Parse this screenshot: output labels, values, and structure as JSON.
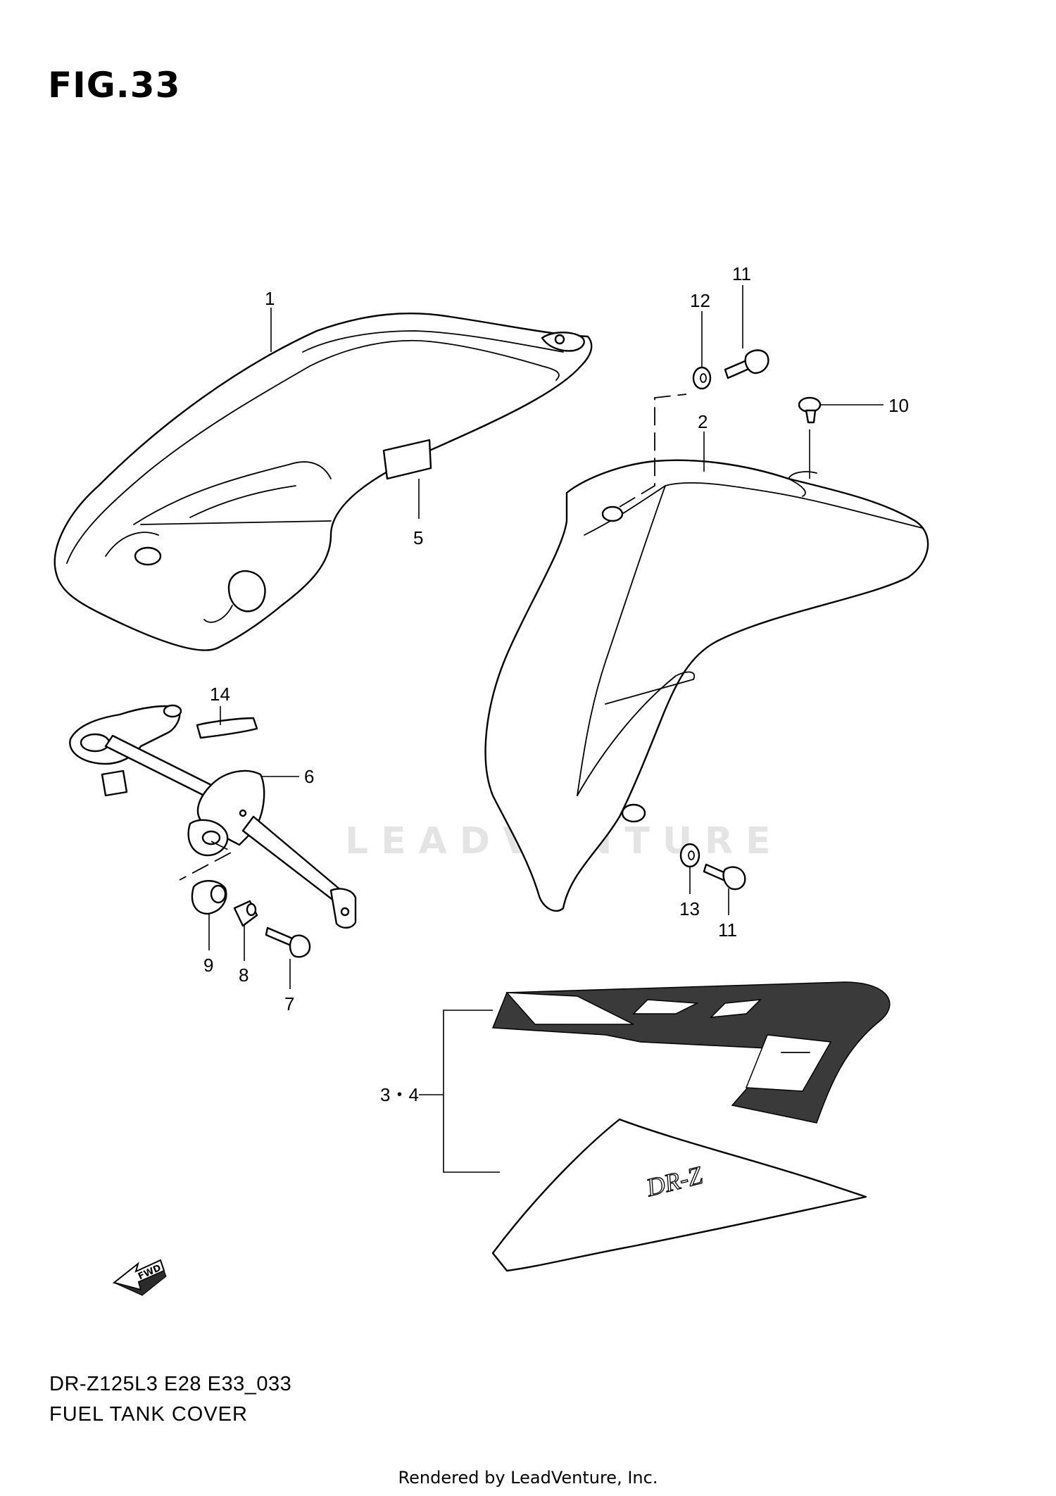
{
  "figure": {
    "title": "FIG.33",
    "model_code": "DR-Z125L3 E28 E33_033",
    "name": "FUEL TANK COVER"
  },
  "callouts": {
    "c1": "1",
    "c2": "2",
    "c3_4": "3・4",
    "c5": "5",
    "c6": "6",
    "c7": "7",
    "c8": "8",
    "c9": "9",
    "c10": "10",
    "c11_top": "11",
    "c11_bottom": "11",
    "c12": "12",
    "c13": "13",
    "c14": "14"
  },
  "direction_marker": "FWD",
  "decal_logo": "DR-Z",
  "watermark": "LEADVENTURE",
  "credit": "Rendered by LeadVenture, Inc."
}
